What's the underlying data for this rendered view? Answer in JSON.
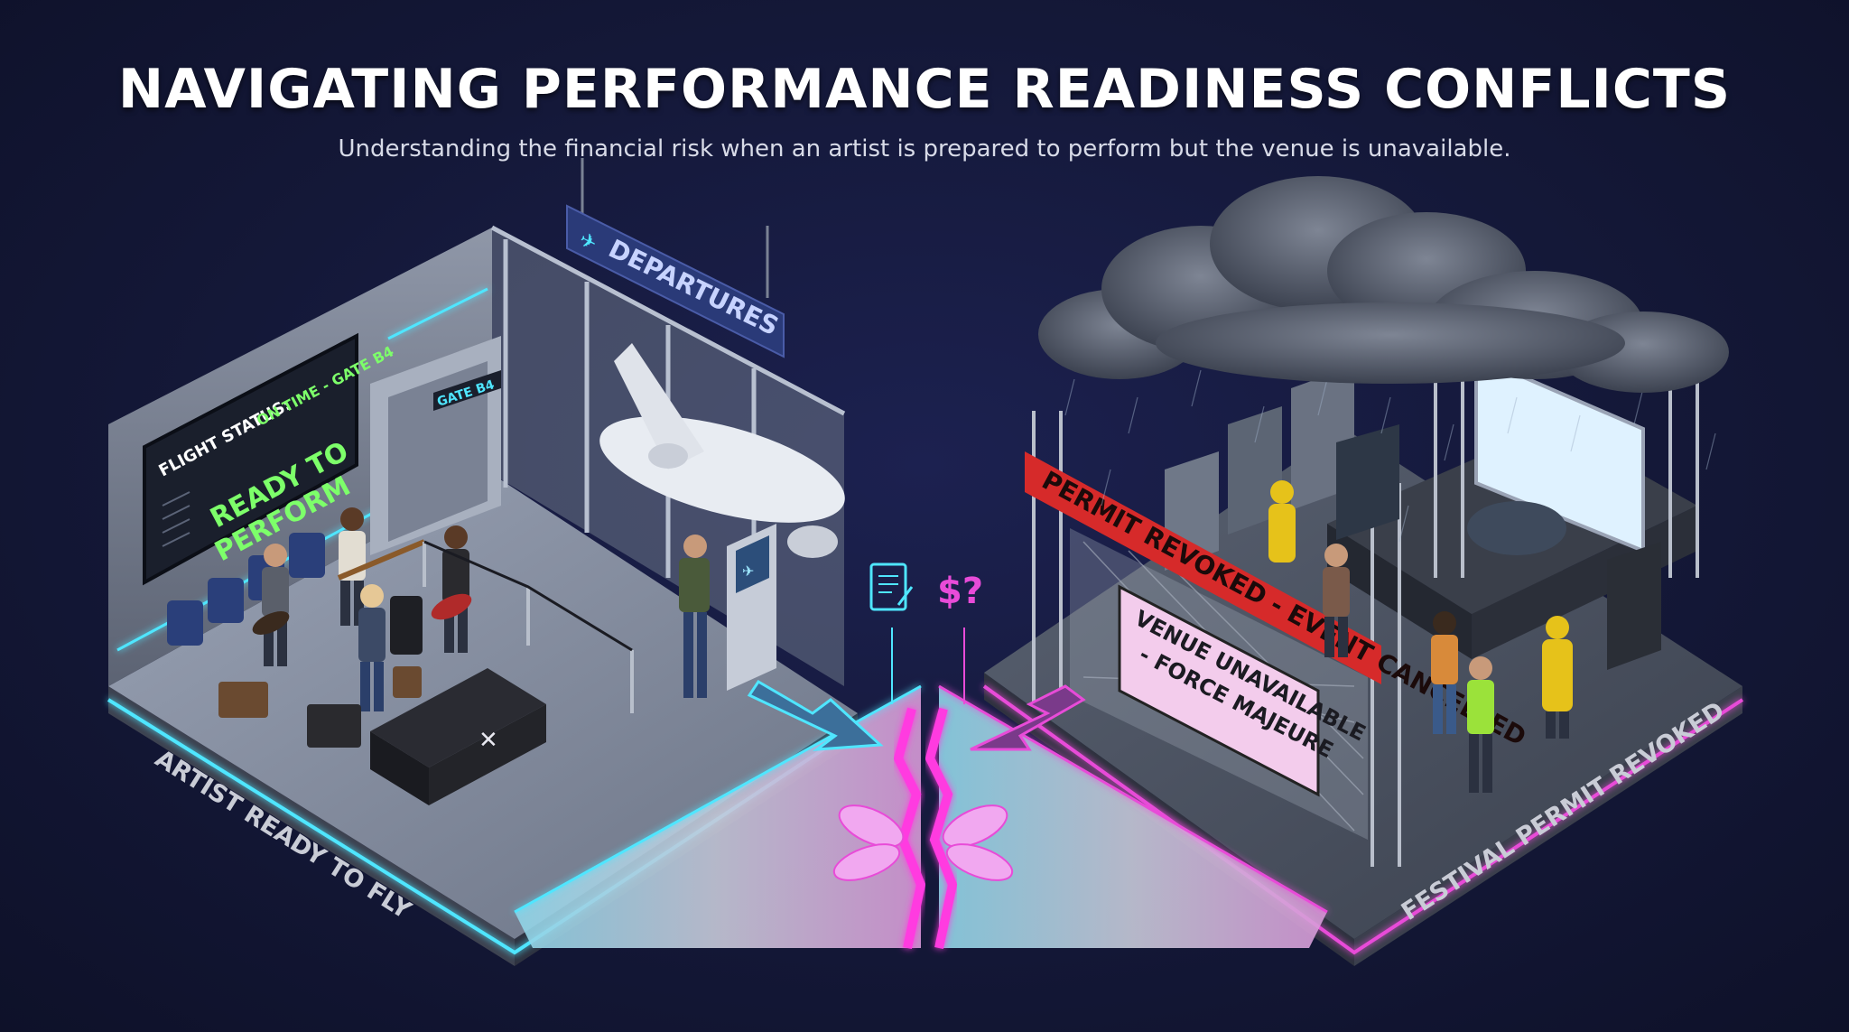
{
  "header": {
    "title": "NAVIGATING PERFORMANCE READINESS CONFLICTS",
    "subtitle": "Understanding the financial risk when an artist is prepared to perform but the venue is unavailable."
  },
  "left_scene": {
    "departures_sign": "DEPARTURES",
    "gate_sign": "GATE B4",
    "board_status_prefix": "FLIGHT STATUS:",
    "board_status_value": "ON TIME - GATE B4",
    "board_message_line1": "READY TO",
    "board_message_line2": "PERFORM",
    "base_label": "ARTIST READY TO FLY"
  },
  "right_scene": {
    "banner": "PERMIT REVOKED - EVENT CANCELLED",
    "fence_sign_line1": "VENUE UNAVAILABLE",
    "fence_sign_line2": "- FORCE MAJEURE",
    "base_label": "FESTIVAL PERMIT REVOKED"
  },
  "center": {
    "contract_icon": "contract-document-icon",
    "money_question": "$?"
  },
  "colors": {
    "background": "#141838",
    "accent_cyan": "#4fe6ff",
    "accent_magenta": "#e84bd8",
    "board_green": "#7dff6a",
    "banner_red": "#d62a2a"
  }
}
